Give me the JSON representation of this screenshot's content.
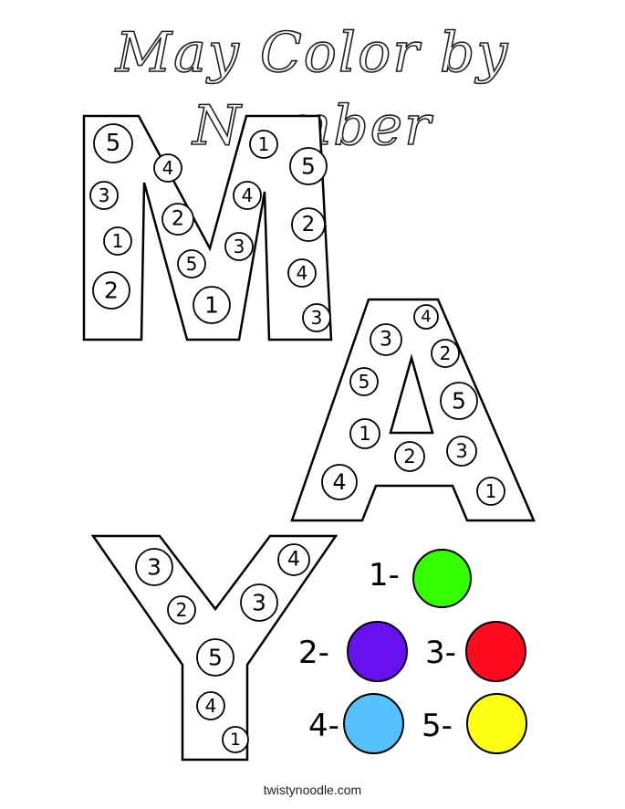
{
  "title": "May Color by Number",
  "footer": "twistynoodle.com",
  "letters": {
    "m": {
      "circles": [
        "5",
        "3",
        "1",
        "2",
        "4",
        "2",
        "5",
        "1",
        "3",
        "4",
        "1",
        "5",
        "2",
        "4",
        "3"
      ]
    },
    "a": {
      "circles": [
        "4",
        "3",
        "2",
        "5",
        "5",
        "1",
        "2",
        "3",
        "4",
        "1"
      ]
    },
    "y": {
      "circles": [
        "3",
        "2",
        "3",
        "4",
        "5",
        "4",
        "1"
      ]
    }
  },
  "key": [
    {
      "label": "1-",
      "color": "#33ff00"
    },
    {
      "label": "2-",
      "color": "#6611ee"
    },
    {
      "label": "3-",
      "color": "#ff0a1e"
    },
    {
      "label": "4-",
      "color": "#55c1ff"
    },
    {
      "label": "5-",
      "color": "#ffff11"
    }
  ]
}
